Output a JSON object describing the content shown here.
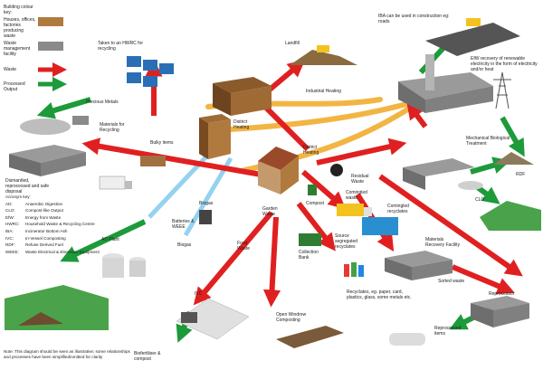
{
  "key": {
    "title": "Building colour key:",
    "houses": "Houses, offices, factories producing waste",
    "facility": "Waste management facility",
    "waste": "Waste",
    "output": "Processed Output",
    "colors": {
      "houses": "#b07a3f",
      "facility": "#8a8a8a",
      "waste": "#e02020",
      "output": "#1d9a3a",
      "heating": "#f2b23a",
      "biogas": "#8fd0f0"
    }
  },
  "acronyms": {
    "title": "Acronym key:",
    "items": [
      {
        "abbr": "AD:",
        "def": "Anaerobic Digestion"
      },
      {
        "abbr": "CLO:",
        "def": "Compost-like Output"
      },
      {
        "abbr": "EfW:",
        "def": "Energy from Waste"
      },
      {
        "abbr": "HWRC:",
        "def": "Household Waste & Recycling Centre"
      },
      {
        "abbr": "IBA:",
        "def": "Incinerator Bottom Ash"
      },
      {
        "abbr": "IVC:",
        "def": "In-Vessel Composting"
      },
      {
        "abbr": "RDF:",
        "def": "Refuse Derived Fuel"
      },
      {
        "abbr": "WEEE:",
        "def": "Waste Electrical & Electronic Equipment"
      }
    ]
  },
  "note": "Note: This diagram should be seen as illustrative; some relationships and processes have been simplified/omitted for clarity",
  "labels": {
    "hwrc": "Taken to an HWRC for recycling",
    "landfill": "Landfill",
    "iba": "IBA can be used in construction eg: roads",
    "efw": "EfW recovery of renewable electricity in the form of electricity and/or heat",
    "industrial_heating": "Industrial Heating",
    "district_heating_1": "District Heating",
    "district_heating_2": "District Heating",
    "precious_metals": "Precious Metals",
    "materials_recycling": "Materials for Recycling",
    "bulky_items": "Bulky items",
    "dismantled": "Dismantled, reprocessed and safe disposal",
    "residual_waste": "Residual Waste",
    "mbt": "Mechanical Biological Treatment",
    "rdf": "RDF",
    "clo": "CLO",
    "commingled_waste": "Comingled waste",
    "commingled_recyclates": "Comingled recyclates",
    "compost": "Compost",
    "garden_waste": "Garden Waste",
    "biogas_1": "Biogas",
    "biogas_2": "Biogas",
    "batteries": "Batteries & WEEE",
    "ad_plant": "AD Plant",
    "food_waste": "Food Waste",
    "source_segregated": "Source segregated recyclates",
    "collection_bank": "Collection Bank",
    "mrf": "Materials Recovery Facility",
    "sorted_waste": "Sorted waste",
    "recyclates": "Recyclates, eg. paper, card, plastics, glass, some metals etc.",
    "reprocessor": "Reprocessor",
    "reprocessed_items": "Reprocessed items",
    "ivc": "IVC",
    "open_windrow": "Open Windrow Composting",
    "biofertiliser": "Biofertiliser & compost"
  }
}
